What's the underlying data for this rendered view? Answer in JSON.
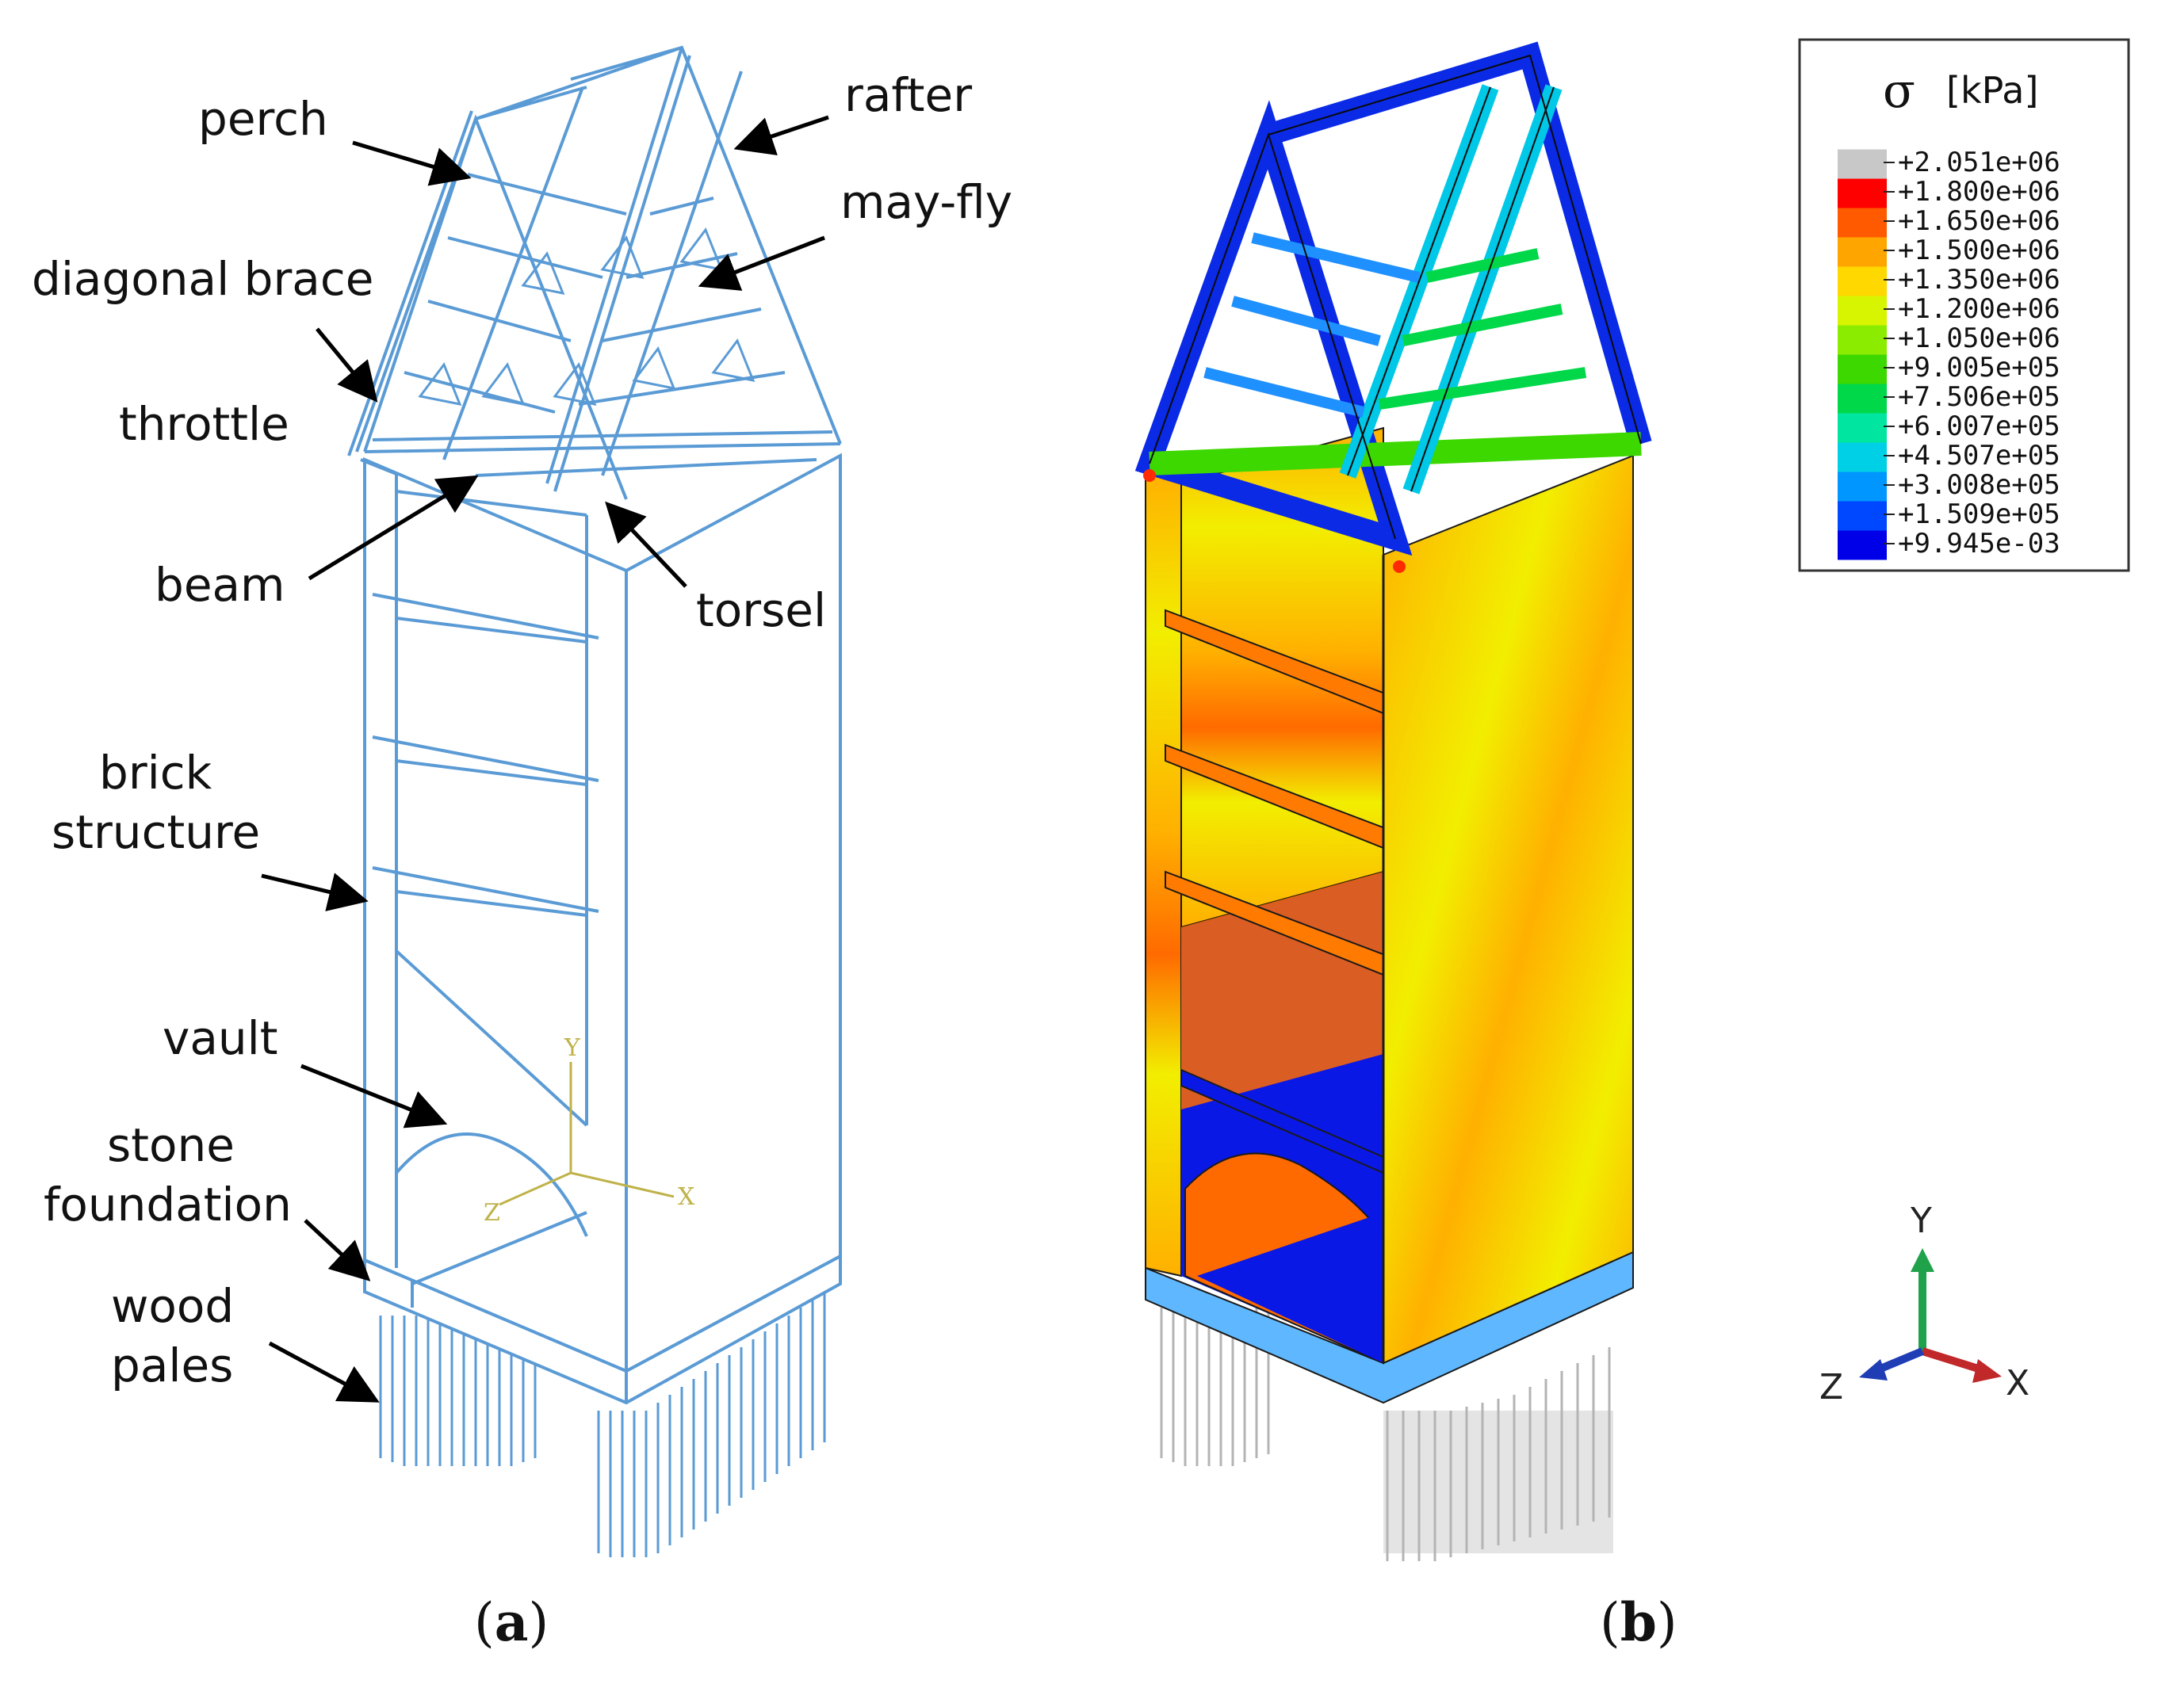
{
  "panel_a": {
    "labels": {
      "perch": "perch",
      "rafter": "rafter",
      "may_fly": "may-fly",
      "diagonal_brace": "diagonal brace",
      "throttle": "throttle",
      "beam": "beam",
      "torsel": "torsel",
      "brick_line1": "brick",
      "brick_line2": "structure",
      "vault": "vault",
      "stone_line1": "stone",
      "stone_line2": "foundation",
      "wood_line1": "wood",
      "wood_line2": "pales"
    },
    "axes": {
      "y": "Y",
      "x": "X",
      "z": "Z"
    },
    "caption_open": "(",
    "caption_letter": "a",
    "caption_close": ")"
  },
  "panel_b": {
    "legend": {
      "symbol": "σ",
      "unit": "[kPa]",
      "entries": [
        {
          "value": "+2.051e+06",
          "color": "#c8c8c8"
        },
        {
          "value": "+1.800e+06",
          "color": "#ff0000"
        },
        {
          "value": "+1.650e+06",
          "color": "#ff5a00"
        },
        {
          "value": "+1.500e+06",
          "color": "#ffa500"
        },
        {
          "value": "+1.350e+06",
          "color": "#ffd800"
        },
        {
          "value": "+1.200e+06",
          "color": "#d8f500"
        },
        {
          "value": "+1.050e+06",
          "color": "#8cec00"
        },
        {
          "value": "+9.005e+05",
          "color": "#3cd800"
        },
        {
          "value": "+7.506e+05",
          "color": "#00d84a"
        },
        {
          "value": "+6.007e+05",
          "color": "#00e6a0"
        },
        {
          "value": "+4.507e+05",
          "color": "#00d0e6"
        },
        {
          "value": "+3.008e+05",
          "color": "#0096ff"
        },
        {
          "value": "+1.509e+05",
          "color": "#0048ff"
        },
        {
          "value": "+9.945e-03",
          "color": "#0000e8"
        }
      ]
    },
    "triad": {
      "y": "Y",
      "x": "X",
      "z": "Z"
    },
    "caption_open": "(",
    "caption_letter": "b",
    "caption_close": ")"
  }
}
